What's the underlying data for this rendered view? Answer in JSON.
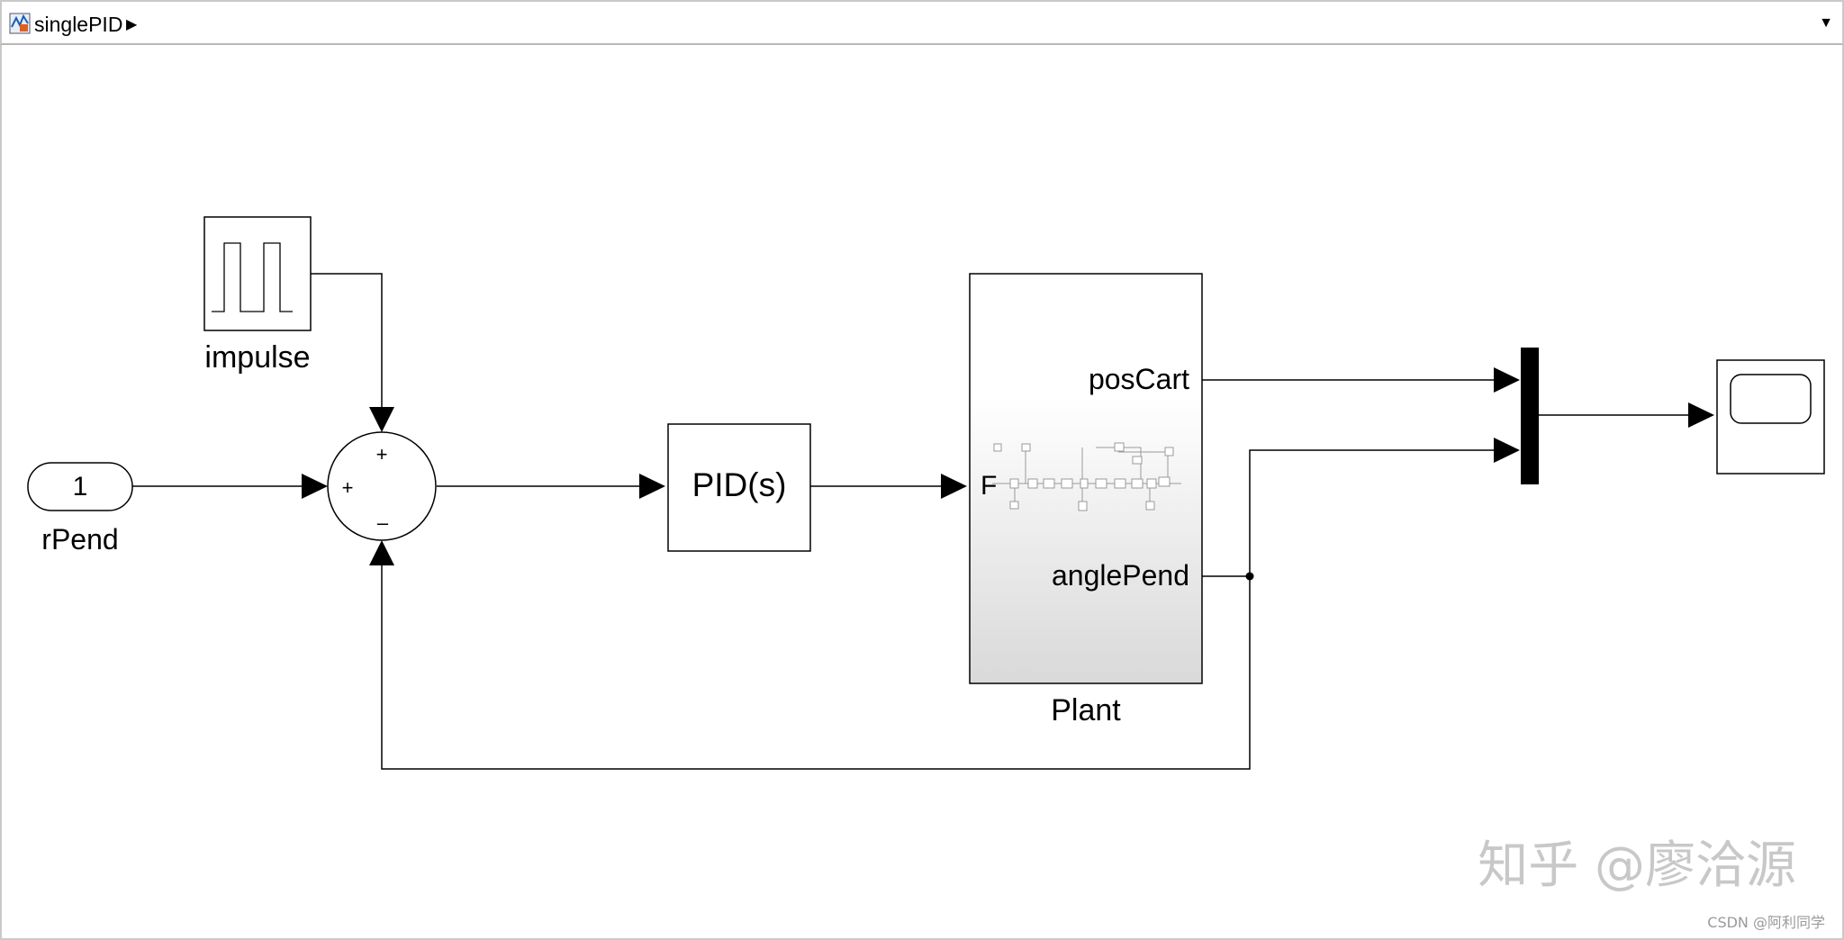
{
  "toolbar": {
    "model_name": "singlePID",
    "icon": "simulink-model-icon",
    "breadcrumb_arrow": "▶",
    "menu_arrow": "▼"
  },
  "blocks": {
    "inport": {
      "number": "1",
      "label": "rPend"
    },
    "pulse": {
      "label": "impulse"
    },
    "sum": {
      "signs": [
        "+",
        "+",
        "–"
      ]
    },
    "pid": {
      "text": "PID(s)"
    },
    "plant": {
      "label": "Plant",
      "input_port": "F",
      "output_ports": [
        "posCart",
        "anglePend"
      ]
    },
    "mux": {
      "icon": "mux-bar"
    },
    "scope": {
      "icon": "scope-icon"
    }
  },
  "watermarks": {
    "zhihu": "知乎 @廖洽源",
    "csdn": "CSDN @阿利同学"
  },
  "colors": {
    "line": "#000000",
    "plant_gradient_top": "#ffffff",
    "plant_gradient_bottom": "#d9d9d9"
  }
}
